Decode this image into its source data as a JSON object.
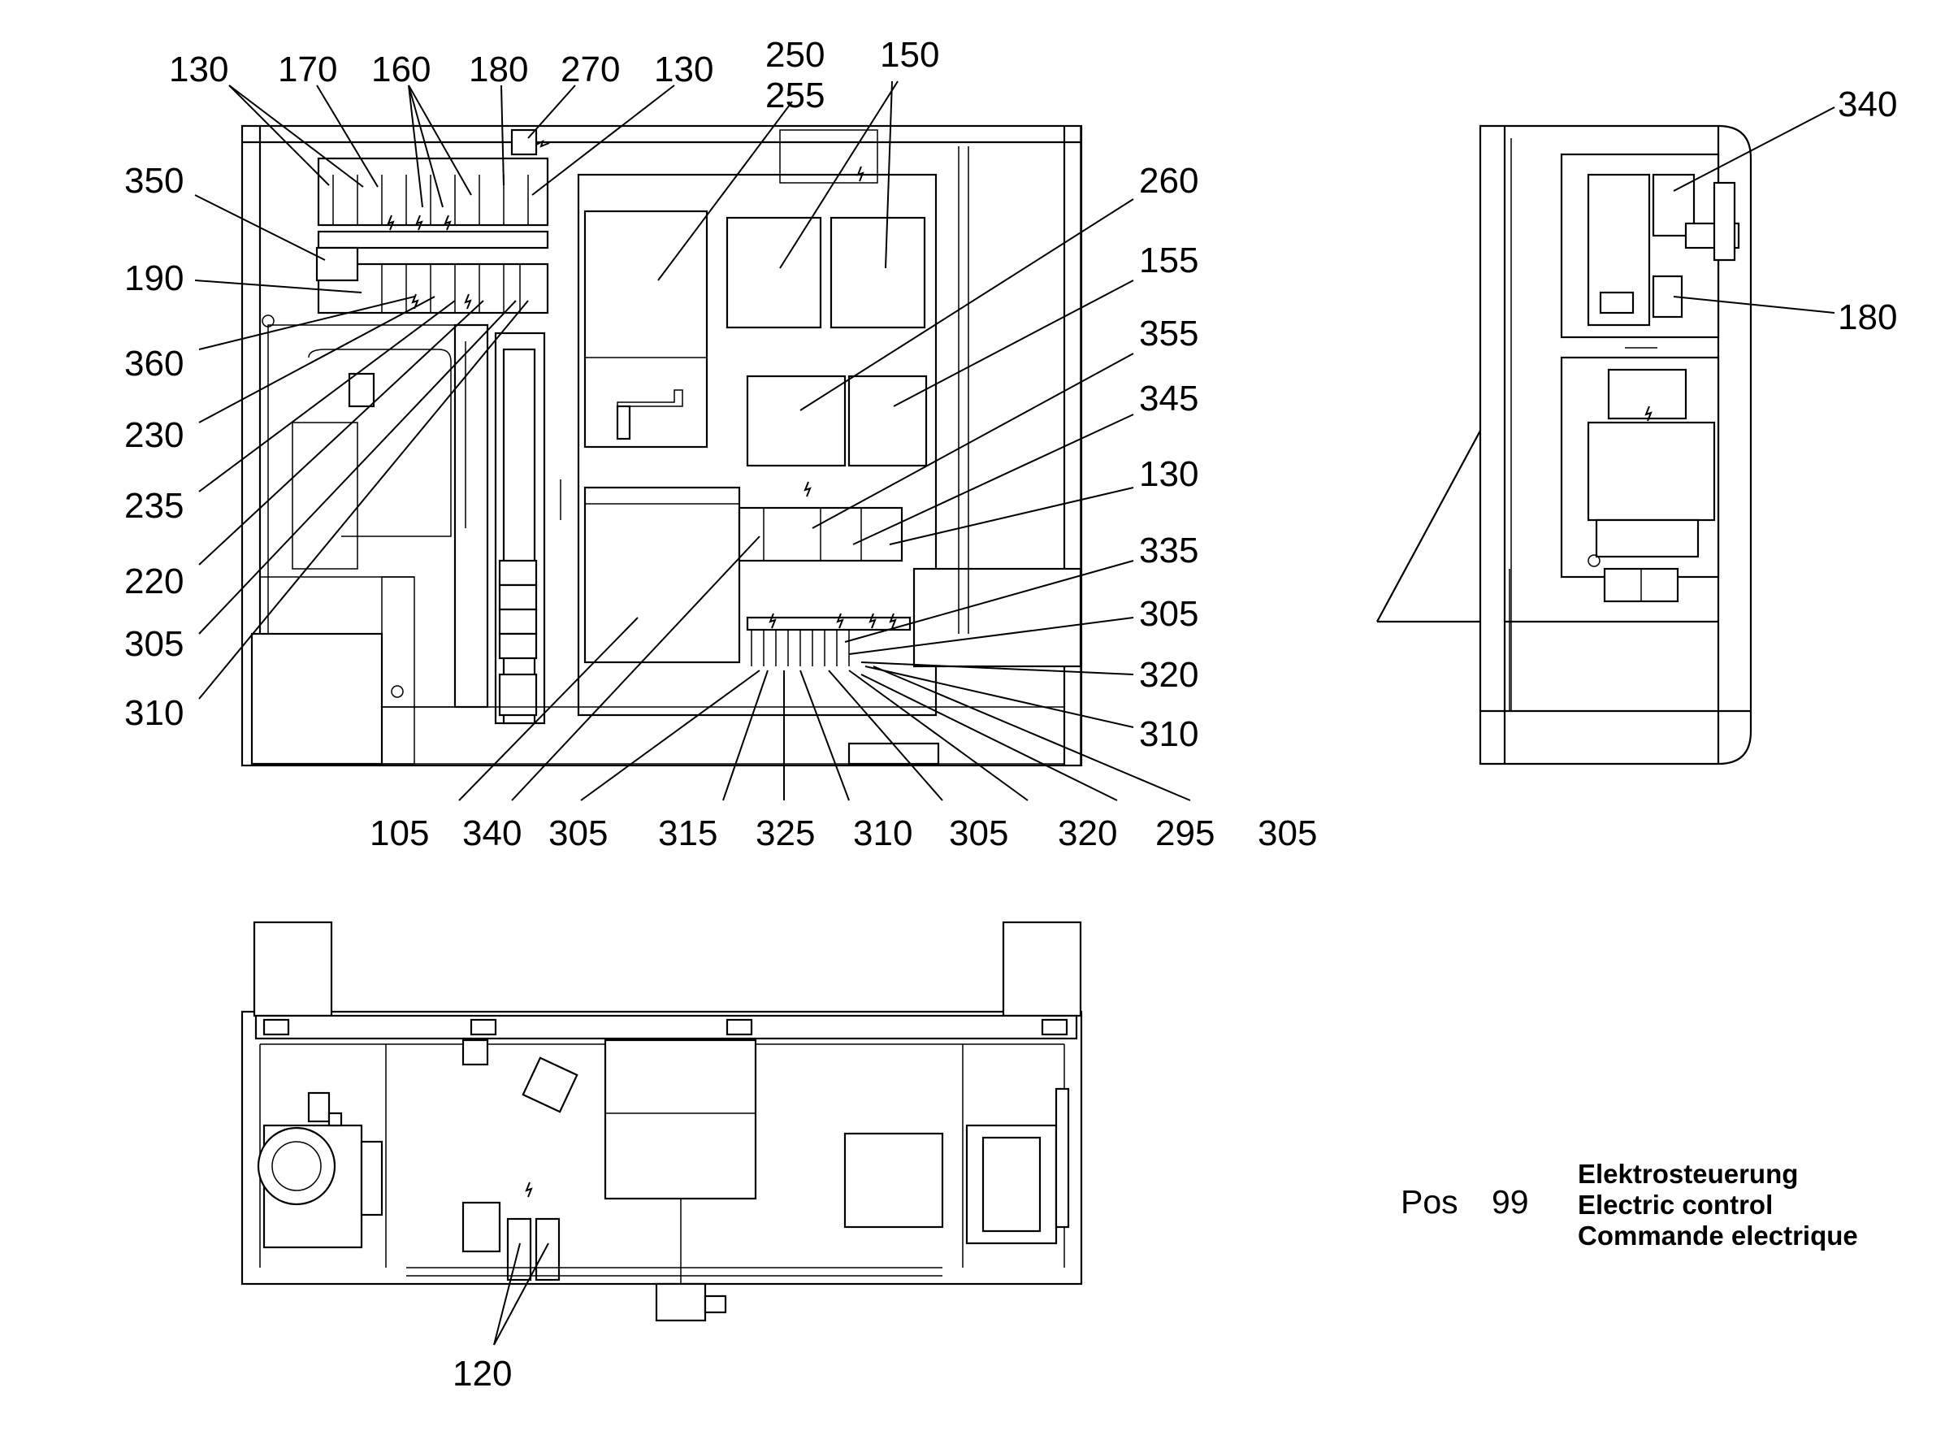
{
  "diagram": {
    "pos_label": "Pos",
    "pos_number": "99",
    "caption": {
      "de": "Elektrosteuerung",
      "en": "Electric control",
      "fr": "Commande electrique"
    },
    "callouts": {
      "front": {
        "top": [
          "130",
          "170",
          "160",
          "180",
          "270",
          "130",
          "250",
          "255",
          "150"
        ],
        "left": [
          "350",
          "190",
          "360",
          "230",
          "235",
          "220",
          "305",
          "310"
        ],
        "right": [
          "260",
          "155",
          "355",
          "345",
          "130",
          "335",
          "305",
          "320",
          "310"
        ],
        "bottom": [
          "105",
          "340",
          "305",
          "315",
          "325",
          "310",
          "305",
          "320",
          "295",
          "305"
        ]
      },
      "side": [
        "340",
        "180"
      ],
      "top_view": [
        "120"
      ]
    }
  }
}
